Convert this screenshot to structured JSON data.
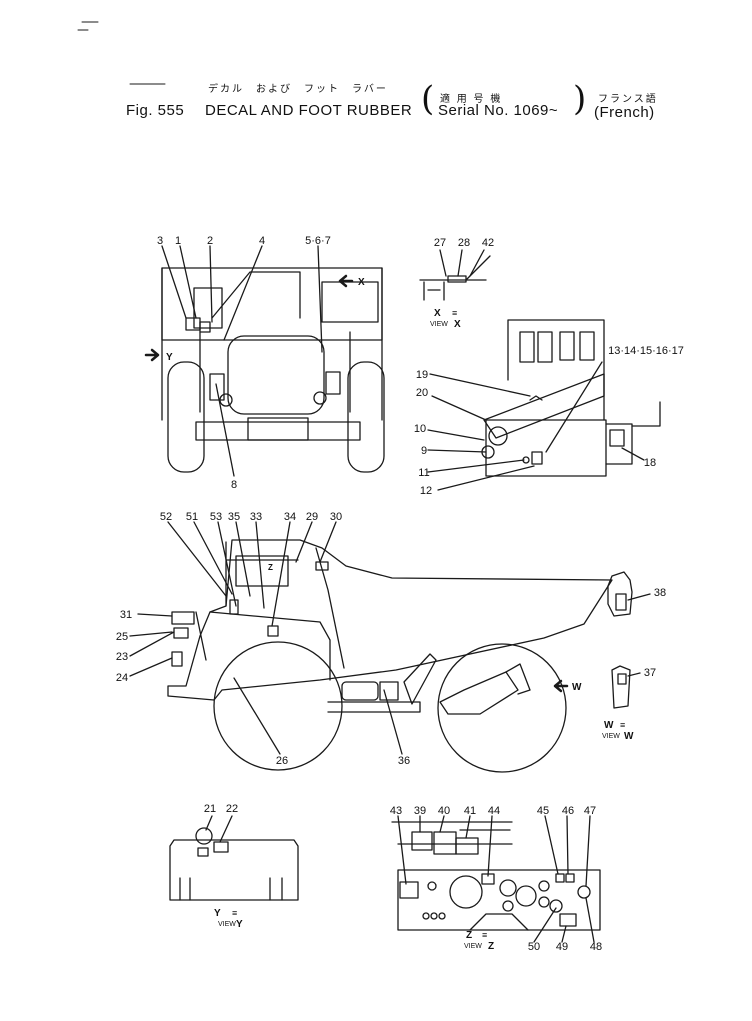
{
  "header": {
    "jp_title": "デカル　および　フット　ラバー",
    "fig_label": "Fig. 555",
    "title": "DECAL AND FOOT RUBBER",
    "jp_serial": "適 用 号 機",
    "serial": "Serial No. 1069~",
    "jp_lang": "フランス語",
    "lang": "(French)"
  },
  "callouts": [
    "1",
    "2",
    "3",
    "4",
    "5·6·7",
    "8",
    "9",
    "10",
    "11",
    "12",
    "13·14·15·16·17",
    "18",
    "19",
    "20",
    "21",
    "22",
    "23",
    "24",
    "25",
    "26",
    "27",
    "28",
    "29",
    "30",
    "31",
    "33",
    "34",
    "35",
    "36",
    "37",
    "38",
    "39",
    "40",
    "41",
    "42",
    "43",
    "44",
    "45",
    "46",
    "47",
    "48",
    "49",
    "50",
    "51",
    "52",
    "53"
  ],
  "views": {
    "x_letter": "X",
    "x_view": "VIEW",
    "x_ref": "X",
    "y_letter": "Y",
    "y_view": "VIEW",
    "y_ref": "Y",
    "z_letter": "Z",
    "z_view": "VIEW",
    "z_ref": "Z",
    "w_letter": "W",
    "w_view": "VIEW",
    "w_ref": "W",
    "arrow_x": "X",
    "arrow_y": "Y",
    "arrow_w": "W",
    "arrow_z": "Z",
    "view_mark": "≡"
  }
}
